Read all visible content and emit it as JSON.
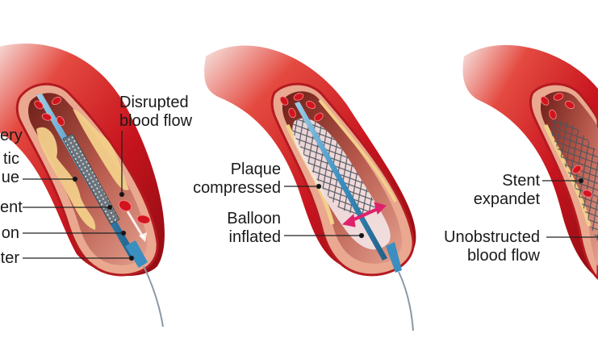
{
  "diagram": {
    "title": "Angioplasty and stent placement",
    "panels": [
      {
        "id": "stent-insertion",
        "labels": {
          "disrupted_flow_line1": "Disrupted",
          "disrupted_flow_line2": "blood flow",
          "artery": "ery",
          "plaque_line1": "tic",
          "plaque_line2": "ue",
          "stent": "ent",
          "balloon": "on",
          "catheter": "ter"
        }
      },
      {
        "id": "balloon-inflation",
        "labels": {
          "plaque_line1": "Plaque",
          "plaque_line2": "compressed",
          "balloon_line1": "Balloon",
          "balloon_line2": "inflated"
        }
      },
      {
        "id": "stent-expanded",
        "labels": {
          "stent_line1": "Stent",
          "stent_line2": "expandet",
          "flow_line1": "Unobstructed",
          "flow_line2": "blood flow"
        }
      }
    ],
    "colors": {
      "artery_outer": "#c8141e",
      "artery_dark": "#8e0c12",
      "wall_tissue": "#e9a88f",
      "lumen": "#a8473a",
      "plaque": "#f2cf8a",
      "catheter": "#4a9cc8",
      "stent_mesh": "#555d66",
      "arrow": "#e0206a",
      "label_text": "#1a1a1a",
      "leader_line": "#222222"
    }
  }
}
